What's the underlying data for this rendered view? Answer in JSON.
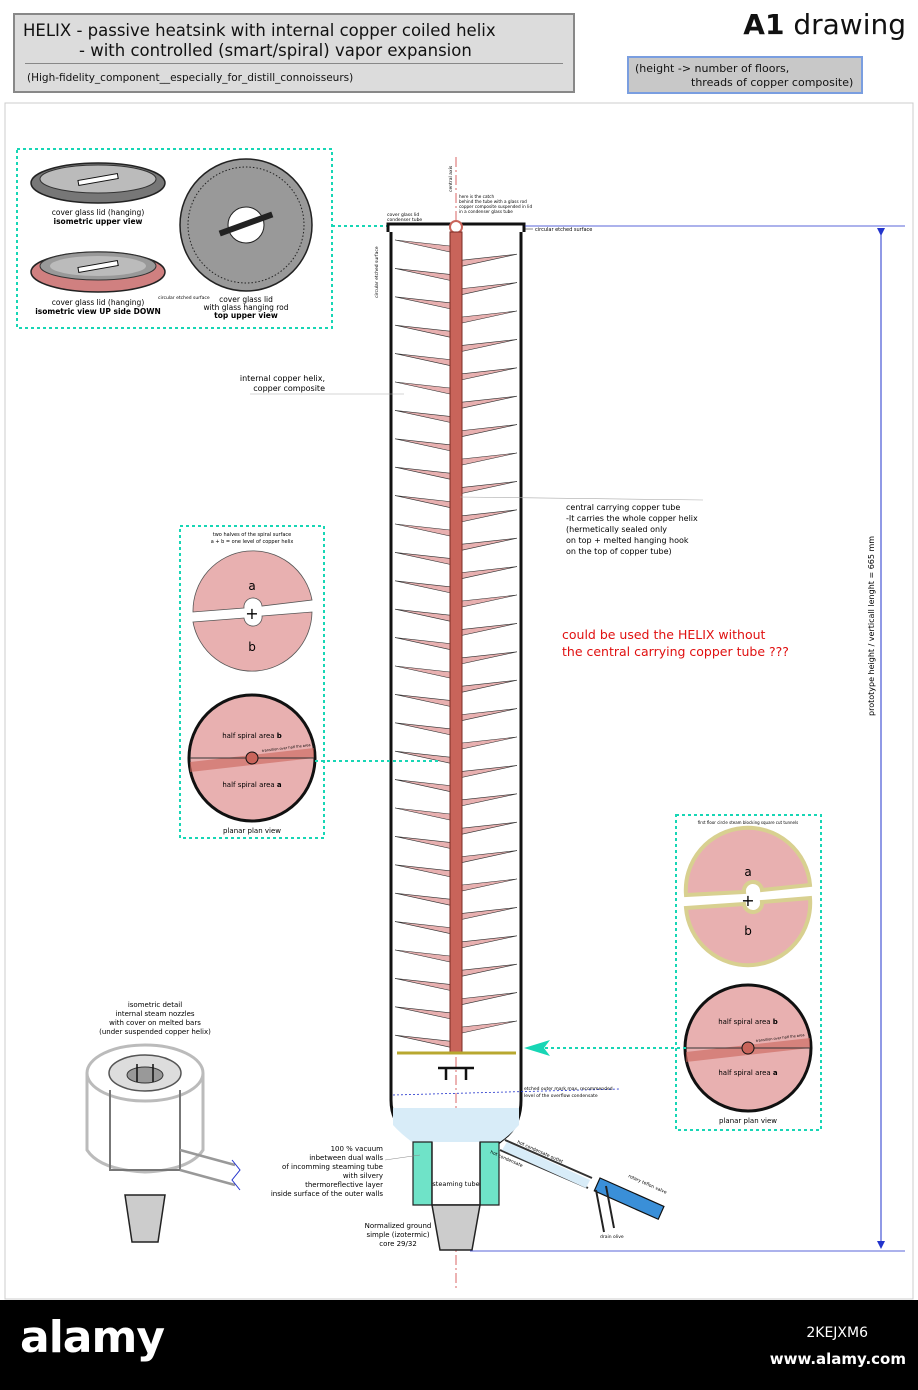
{
  "header": {
    "title_line1": "HELIX - passive heatsink with internal copper coiled helix",
    "title_line2": "- with controlled (smart/spiral) vapor expansion",
    "subtitle": "(High-fidelity_component__especially_for_distill_connoisseurs)",
    "sheet_prefix": "A1",
    "sheet_suffix": "drawing",
    "note_line1": "(height -> number of floors,",
    "note_line2": "threads of copper composite)"
  },
  "lid_panel": {
    "upper_caption1": "cover glass lid (hanging)",
    "upper_caption2": "isometric upper view",
    "lower_caption1": "cover glass lid (hanging)",
    "lower_caption2": "isometric view UP side DOWN",
    "top_caption1": "cover glass lid",
    "top_caption2": "with glass hanging rod",
    "top_caption3": "top upper view",
    "etched_note": "circular etched surface"
  },
  "column": {
    "central_axis": "central axis",
    "catch_note1": "here is the catch",
    "catch_note2": "behind the tube with a glass rod",
    "catch_note3": "copper composite suspended in lid",
    "catch_note4": "in a condenser glass tube",
    "lid_label1": "cover glass lid",
    "lid_label2": "condenser tube",
    "etched_right": "circular etched surface",
    "etched_vertical": "circular etched surface",
    "helix_label1": "internal copper helix,",
    "helix_label2": "copper composite",
    "tube_label1": "central carrying copper tube",
    "tube_label2": "-It carries the whole copper helix",
    "tube_label3": "(hermetically sealed only",
    "tube_label4": "on top + melted hanging hook",
    "tube_label5": "on the top of copper tube)",
    "question1": "could be used the HELIX without",
    "question2": "the central carrying copper tube ???",
    "height_label": "prototype height / verticall lenght = 665 mm",
    "overflow1": "etched outer mark max. recommended",
    "overflow2": "level of the overflow condensate",
    "vacuum1": "100 % vacuum",
    "vacuum2": "inbetween dual walls",
    "vacuum3": "of incomming steaming tube",
    "vacuum4": "with silvery",
    "vacuum5": "thermoreflective layer",
    "vacuum6": "inside surface of the outer walls",
    "steaming_tube": "steaming tube",
    "hot_outlet": "hot condensate outlet",
    "hot_condensate": "hot condensate",
    "valve": "rotary teflon valve",
    "drain": "drain olive",
    "ground1": "Normalized ground",
    "ground2": "simple (izotermic)",
    "ground3": "core 29/32"
  },
  "halves_panel": {
    "caption1": "two halves of the spiral surface",
    "caption2": "a + b = one level of copper helix",
    "a": "a",
    "b": "b",
    "area_b_prefix": "half spiral area",
    "area_b_letter": "b",
    "area_a_prefix": "half spiral area",
    "area_a_letter": "a",
    "transition": "transition over half the area",
    "plan_caption": "planar plan view"
  },
  "right_panel": {
    "tunnels": "first floor circle steam blocking square cut tunnels",
    "a": "a",
    "b": "b",
    "area_b_prefix": "half spiral area",
    "area_b_letter": "b",
    "area_a_prefix": "half spiral area",
    "area_a_letter": "a",
    "transition": "transition over half the area",
    "plan_caption": "planar plan view"
  },
  "nozzle_detail": {
    "line1": "isometric detail",
    "line2": "internal steam nozzles",
    "line3": "with cover on melted bars",
    "line4": "(under suspended copper helix)"
  },
  "footer": {
    "logo": "alamy",
    "image_code": "2KEJXM6",
    "site": "www.alamy.com"
  },
  "colors": {
    "helix_pink": "#e8b0b0",
    "copper": "#c9645a",
    "dotted_teal": "#17d6b5",
    "question_red": "#e01010",
    "dimension_blue": "#2233cc"
  }
}
